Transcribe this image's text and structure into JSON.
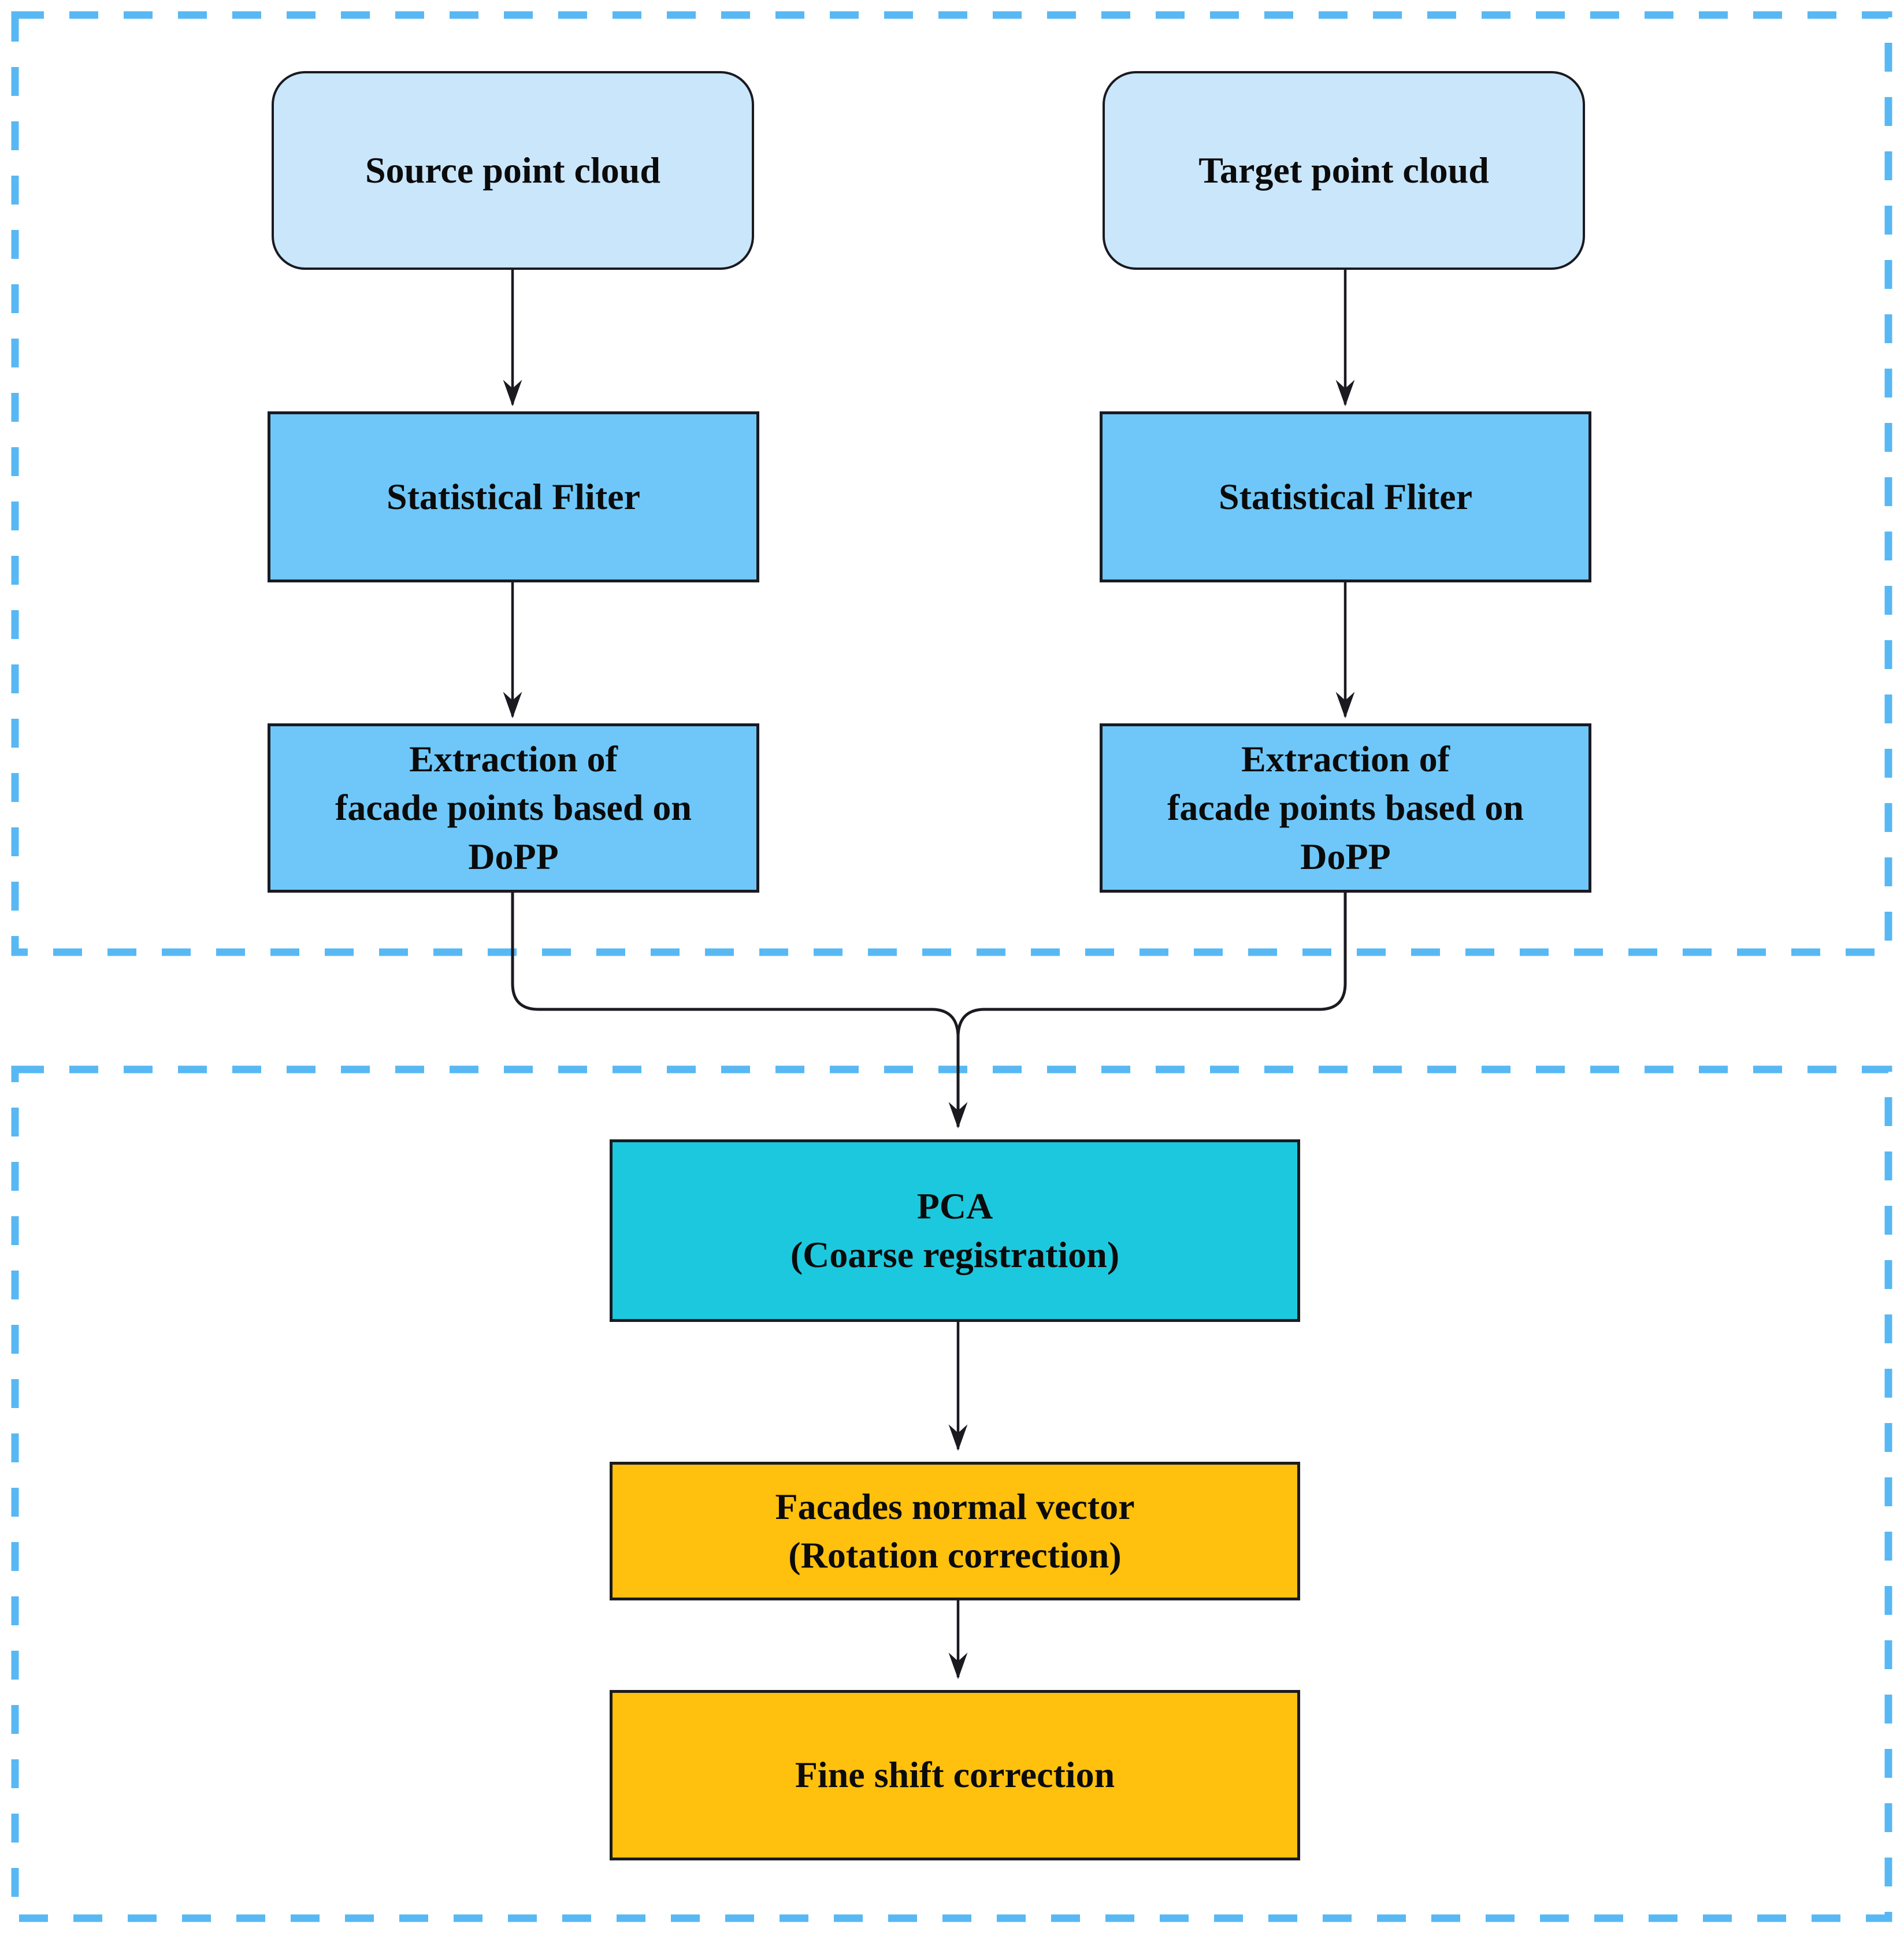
{
  "colors": {
    "background": "#ffffff",
    "dash-blue": "#58b8f3",
    "light-blue": "#cae6fb",
    "mid-blue": "#6ec7f8",
    "cyan": "#1cc8dd",
    "orange": "#ffc00e",
    "line-dark": "#1a1a20",
    "text": "#0b0b0b"
  },
  "preprocessing": {
    "source": {
      "input": "Source point cloud",
      "filter": "Statistical Fliter",
      "extraction": [
        "Extraction of",
        "facade points based on",
        "DoPP"
      ]
    },
    "target": {
      "input": "Target point cloud",
      "filter": "Statistical Fliter",
      "extraction": [
        "Extraction of",
        "facade points based on",
        "DoPP"
      ]
    }
  },
  "registration": {
    "pca": [
      "PCA",
      "(Coarse registration)"
    ],
    "facades": [
      "Facades normal vector",
      "(Rotation correction)"
    ],
    "fine": "Fine shift correction"
  }
}
